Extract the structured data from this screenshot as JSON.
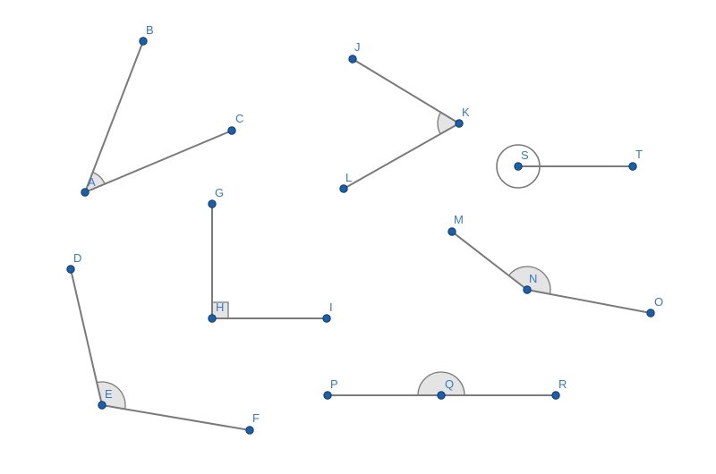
{
  "figure": {
    "colors": {
      "segment": "#7a7a7a",
      "point": "#1a5fa8",
      "label": "#3a7ac4",
      "angle_fill": "#e4e4e4"
    },
    "points": [
      {
        "id": "A",
        "label": "A"
      },
      {
        "id": "B",
        "label": "B"
      },
      {
        "id": "C",
        "label": "C"
      },
      {
        "id": "J",
        "label": "J"
      },
      {
        "id": "K",
        "label": "K"
      },
      {
        "id": "L",
        "label": "L"
      },
      {
        "id": "S",
        "label": "S"
      },
      {
        "id": "T",
        "label": "T"
      },
      {
        "id": "G",
        "label": "G"
      },
      {
        "id": "H",
        "label": "H"
      },
      {
        "id": "I",
        "label": "I"
      },
      {
        "id": "M",
        "label": "M"
      },
      {
        "id": "N",
        "label": "N"
      },
      {
        "id": "O",
        "label": "O"
      },
      {
        "id": "D",
        "label": "D"
      },
      {
        "id": "E",
        "label": "E"
      },
      {
        "id": "F",
        "label": "F"
      },
      {
        "id": "P",
        "label": "P"
      },
      {
        "id": "Q",
        "label": "Q"
      },
      {
        "id": "R",
        "label": "R"
      }
    ],
    "angles": [
      {
        "name": "BAC",
        "vertex": "A",
        "ray1": "B",
        "ray2": "C",
        "kind": "acute"
      },
      {
        "name": "JKL",
        "vertex": "K",
        "ray1": "J",
        "ray2": "L",
        "kind": "acute"
      },
      {
        "name": "TST",
        "vertex": "S",
        "ray1": "T",
        "ray2": "T",
        "kind": "full"
      },
      {
        "name": "GHI",
        "vertex": "H",
        "ray1": "G",
        "ray2": "I",
        "kind": "right"
      },
      {
        "name": "MNO",
        "vertex": "N",
        "ray1": "M",
        "ray2": "O",
        "kind": "obtuse"
      },
      {
        "name": "DEF",
        "vertex": "E",
        "ray1": "D",
        "ray2": "F",
        "kind": "obtuse"
      },
      {
        "name": "PQR",
        "vertex": "Q",
        "ray1": "P",
        "ray2": "R",
        "kind": "straight"
      }
    ]
  }
}
